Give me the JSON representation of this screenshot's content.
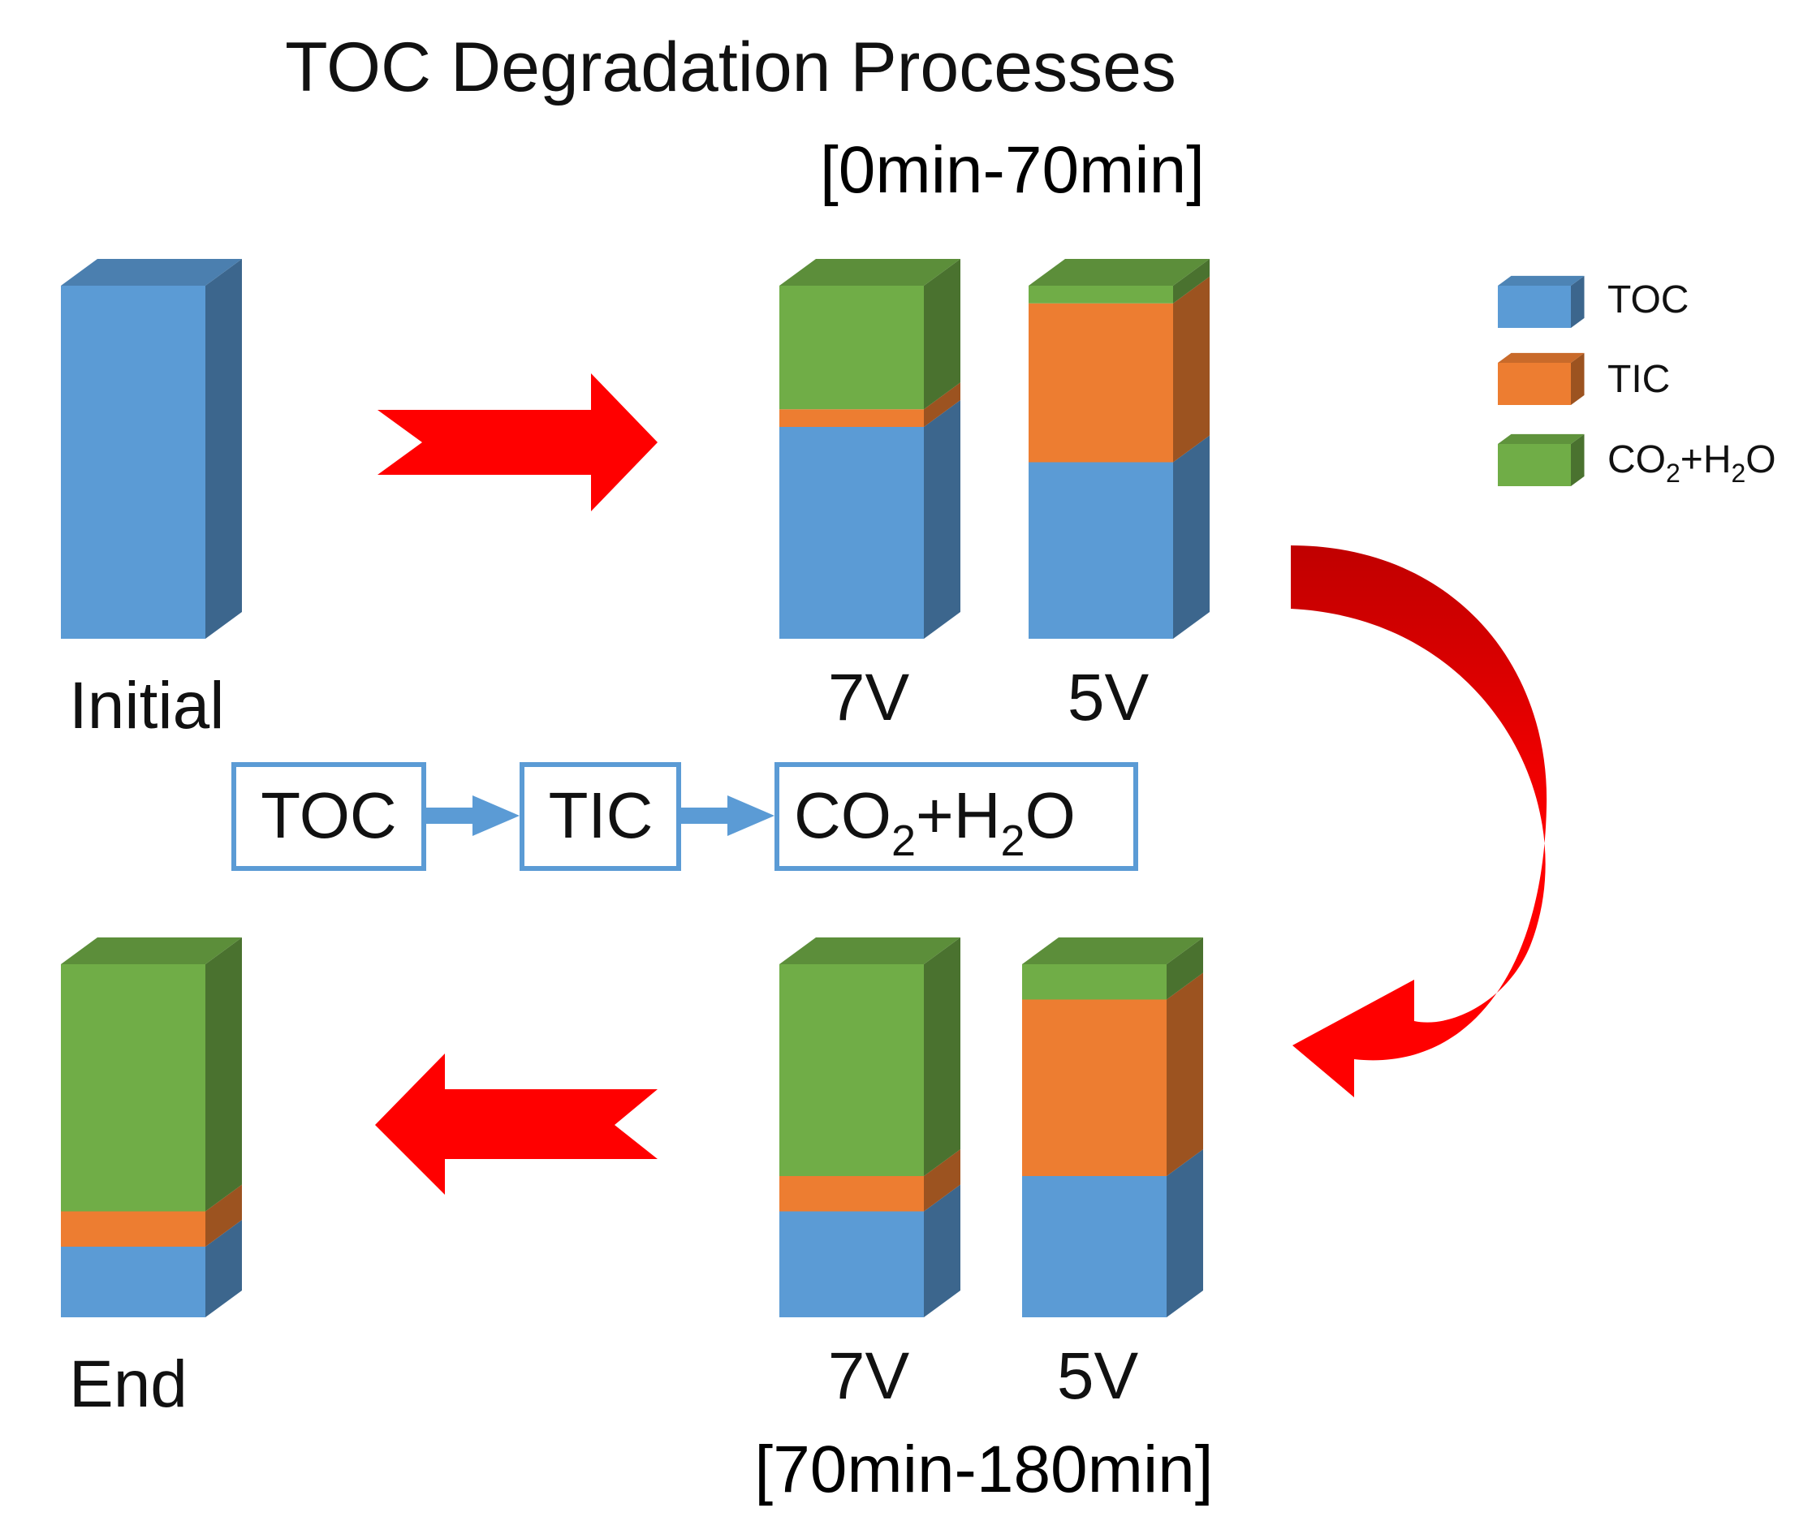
{
  "title": "TOC Degradation Processes",
  "periods": {
    "first": "[0min-70min]",
    "second": "[70min-180min]"
  },
  "colors": {
    "toc": "#5b9bd5",
    "tic": "#ed7d31",
    "co2": "#70ad47",
    "arrow": "#ff0000",
    "period_text": "#ff0000",
    "flow_box": "#5b9bd5"
  },
  "legend": {
    "toc": "TOC",
    "tic": "TIC",
    "co2_prefix": "CO",
    "co2_sub": "2",
    "co2_mid": "+H",
    "co2_sub2": "2",
    "co2_suffix": "O"
  },
  "flow": {
    "box1": "TOC",
    "box2": "TIC",
    "box3_prefix": "CO",
    "box3_sub": "2",
    "box3_mid": "+H",
    "box3_sub2": "2",
    "box3_suffix": "O"
  },
  "columns": {
    "initial": {
      "label": "Initial",
      "fractions": {
        "toc": 1.0,
        "tic": 0.0,
        "co2": 0.0
      }
    },
    "early_7v": {
      "label": "7V",
      "fractions": {
        "toc": 0.6,
        "tic": 0.05,
        "co2": 0.35
      }
    },
    "early_5v": {
      "label": "5V",
      "fractions": {
        "toc": 0.5,
        "tic": 0.45,
        "co2": 0.05
      }
    },
    "late_7v": {
      "label": "7V",
      "fractions": {
        "toc": 0.3,
        "tic": 0.1,
        "co2": 0.6
      }
    },
    "late_5v": {
      "label": "5V",
      "fractions": {
        "toc": 0.4,
        "tic": 0.5,
        "co2": 0.1
      }
    },
    "end": {
      "label": "End",
      "fractions": {
        "toc": 0.2,
        "tic": 0.1,
        "co2": 0.7
      }
    }
  }
}
